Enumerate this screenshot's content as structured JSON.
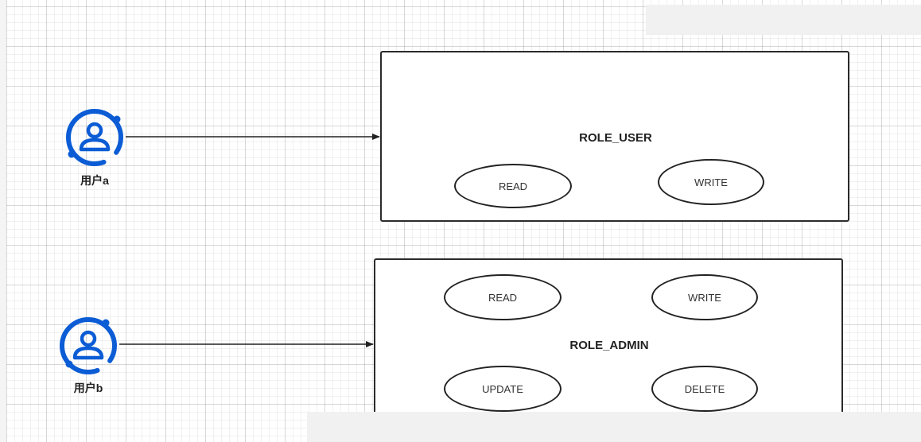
{
  "colors": {
    "actor_blue": "#0b5cd5",
    "stroke": "#222222"
  },
  "actors": [
    {
      "icon": "user-icon",
      "label": "用户a"
    },
    {
      "icon": "user-icon",
      "label": "用户b"
    }
  ],
  "roles": [
    {
      "title": "ROLE_USER",
      "permissions": [
        "READ",
        "WRITE"
      ]
    },
    {
      "title": "ROLE_ADMIN",
      "permissions": [
        "READ",
        "WRITE",
        "UPDATE",
        "DELETE"
      ]
    }
  ]
}
